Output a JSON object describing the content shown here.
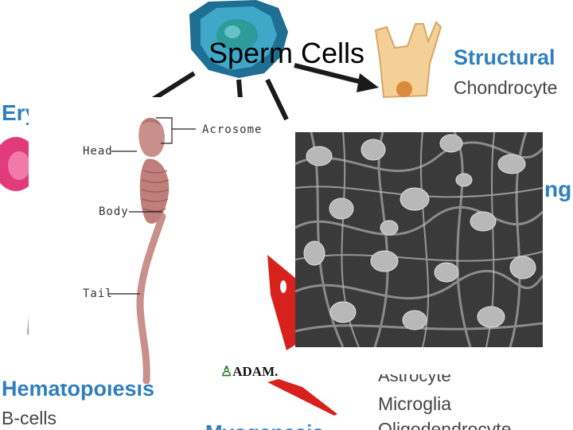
{
  "slide": {
    "title": "Sperm Cells"
  },
  "background_labels": {
    "structural": "Structural",
    "chondrocyte": "Chondrocyte",
    "ery_fragment": "Ery",
    "ng_fragment": "ng",
    "hematopoiesis": "Hematopoiesis",
    "b_cells": "B-cells",
    "astrocyte_fragment": "Astrocyte",
    "microglia": "Microglia",
    "oligodendrocyte_fragment": "Oligodendrocyte",
    "myogenesis_fragment": "Myogenesis"
  },
  "diagram": {
    "labels": {
      "acrosome": "Acrosome",
      "head": "Head",
      "body": "Body",
      "tail": "Tail"
    },
    "credit": "ADAM."
  },
  "colors": {
    "label_blue": "#2f7fbf",
    "sperm_pink": "#c98f8a",
    "arrow_dark": "#1a1a1a",
    "red_cell": "#d8201c"
  }
}
